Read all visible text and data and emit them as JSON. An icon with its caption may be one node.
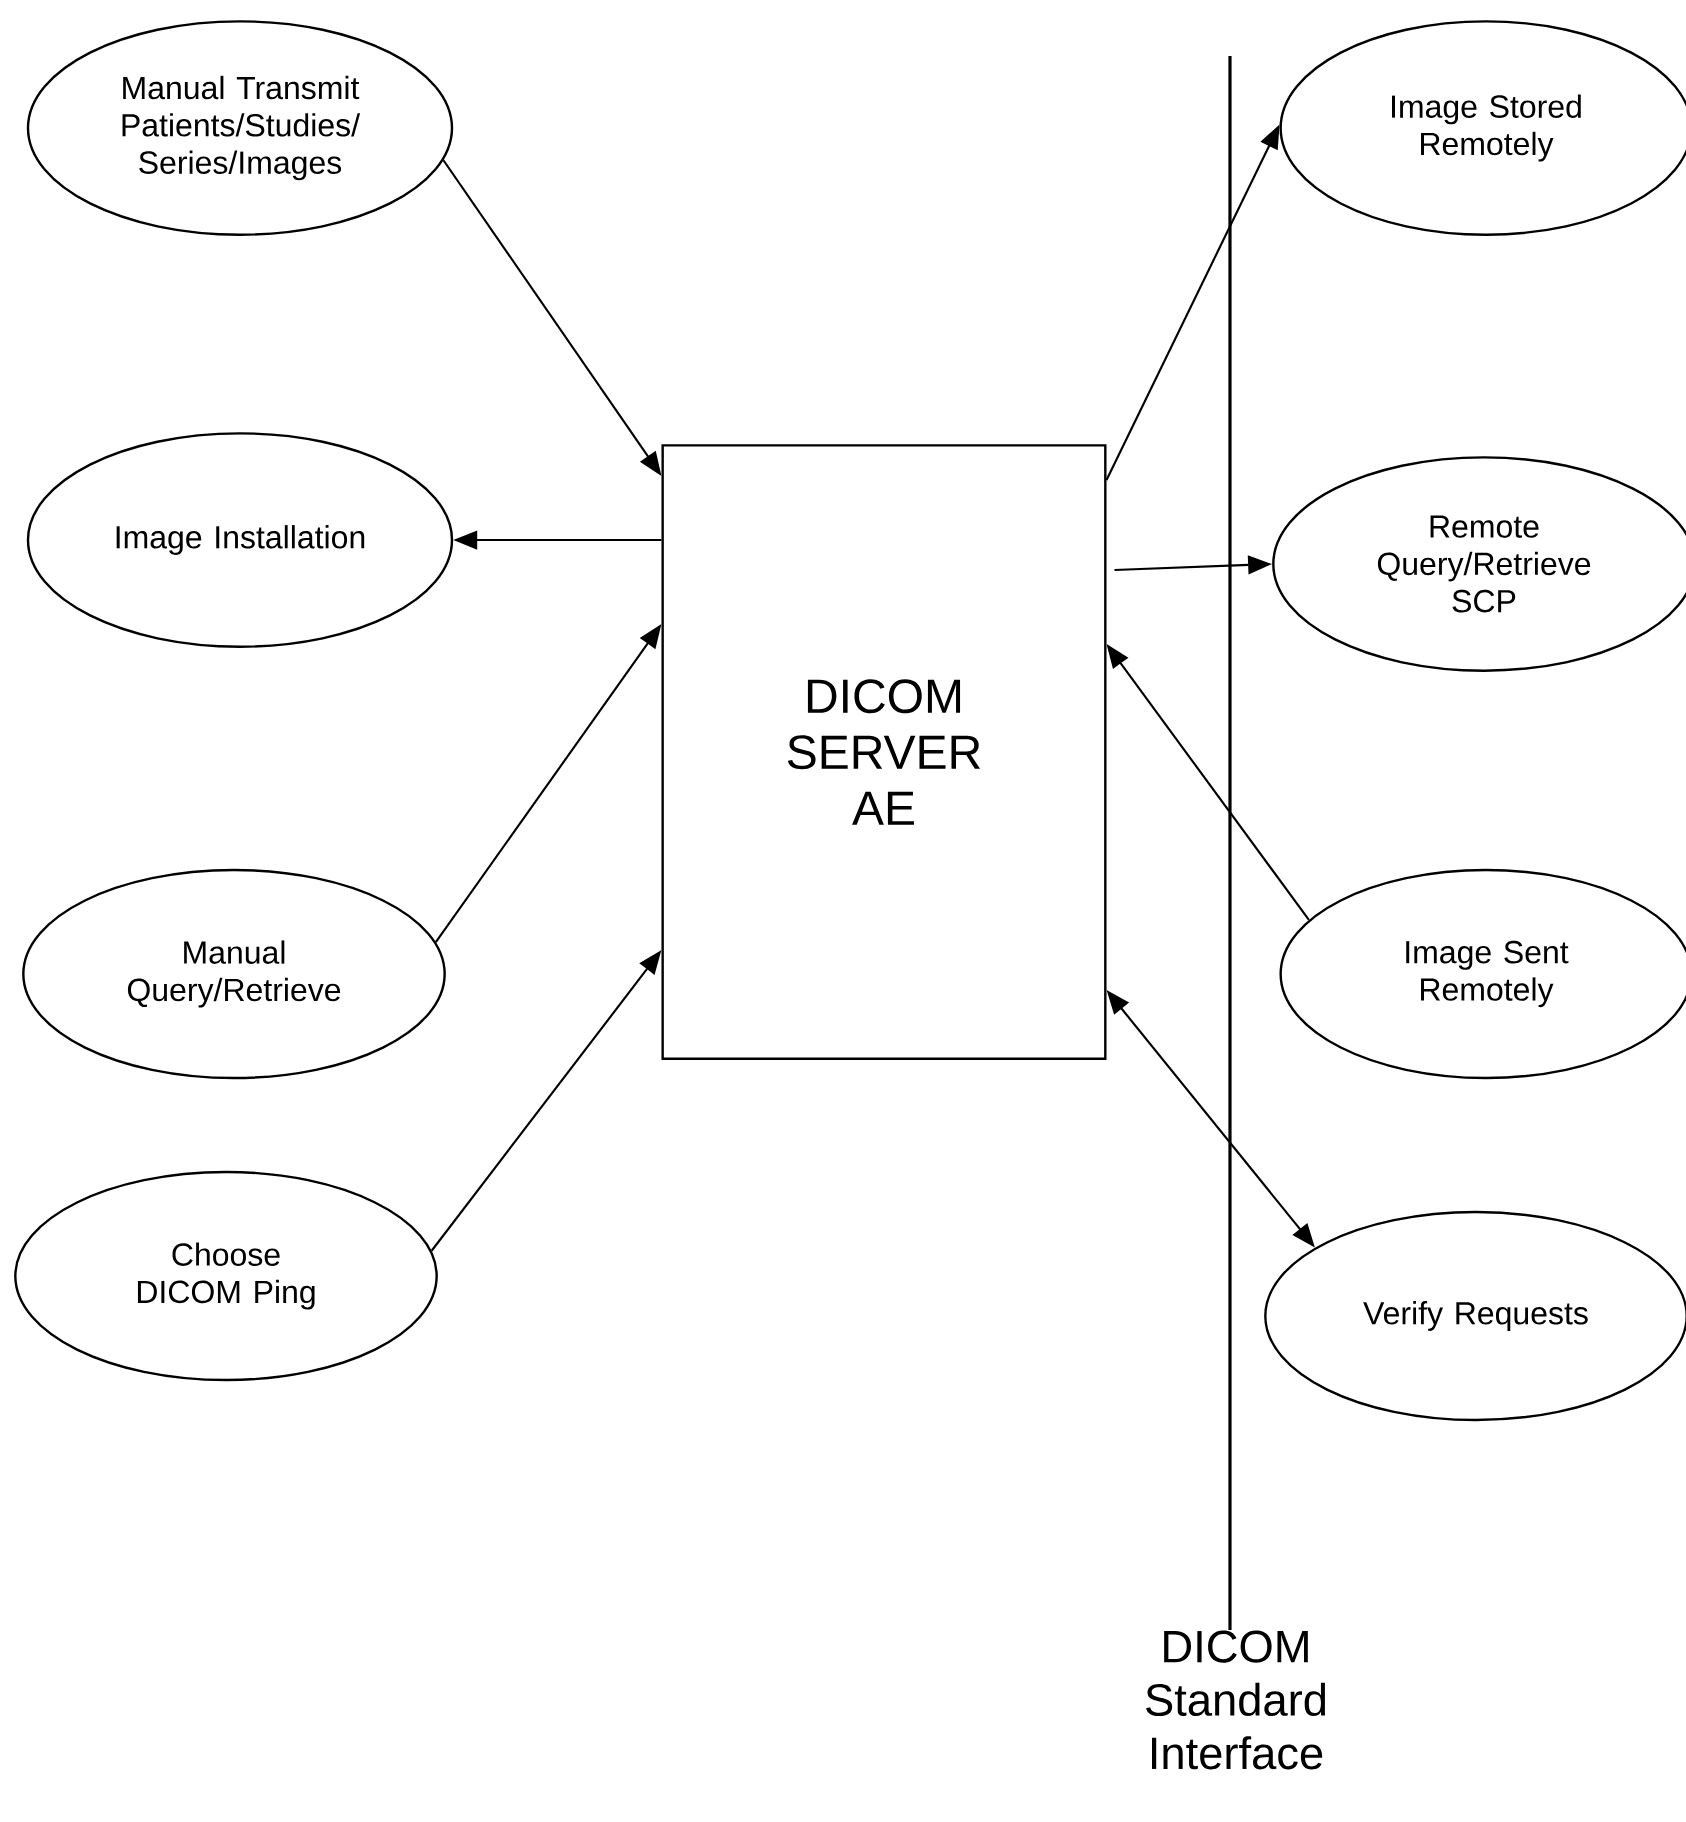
{
  "diagram": {
    "nodes": [
      {
        "text": [
          "Manual Transmit Patients/Studies/ Series/Images"
        ]
      },
      {
        "text": [
          "Image Installation"
        ]
      },
      {
        "text": [
          "Manual Query/Retrieve"
        ]
      },
      {
        "text": [
          "Choose DICOM Ping"
        ]
      },
      {
        "text": [
          "DICOM SERVER AE"
        ]
      },
      {
        "text": [
          "Image Stored Remotely"
        ]
      },
      {
        "text": [
          "Remote Query/Retrieve SCP"
        ]
      },
      {
        "text": [
          "Image Sent Remotely"
        ]
      },
      {
        "text": [
          "Verify Requests"
        ]
      }
    ],
    "edges": [
      {
        "from": 0,
        "to": 4,
        "arrow": "to"
      },
      {
        "from": 4,
        "to": 1,
        "arrow": "to"
      },
      {
        "from": 2,
        "to": 4,
        "arrow": "to"
      },
      {
        "from": 3,
        "to": 4,
        "arrow": "to"
      },
      {
        "from": 4,
        "to": 5,
        "arrow": "to"
      },
      {
        "from": 4,
        "to": 6,
        "arrow": "to"
      },
      {
        "from": 7,
        "to": 4,
        "arrow": "to"
      },
      {
        "from": 4,
        "to": 8,
        "arrow": "both"
      }
    ],
    "labels": [
      "DICOM Standard Interface"
    ]
  }
}
